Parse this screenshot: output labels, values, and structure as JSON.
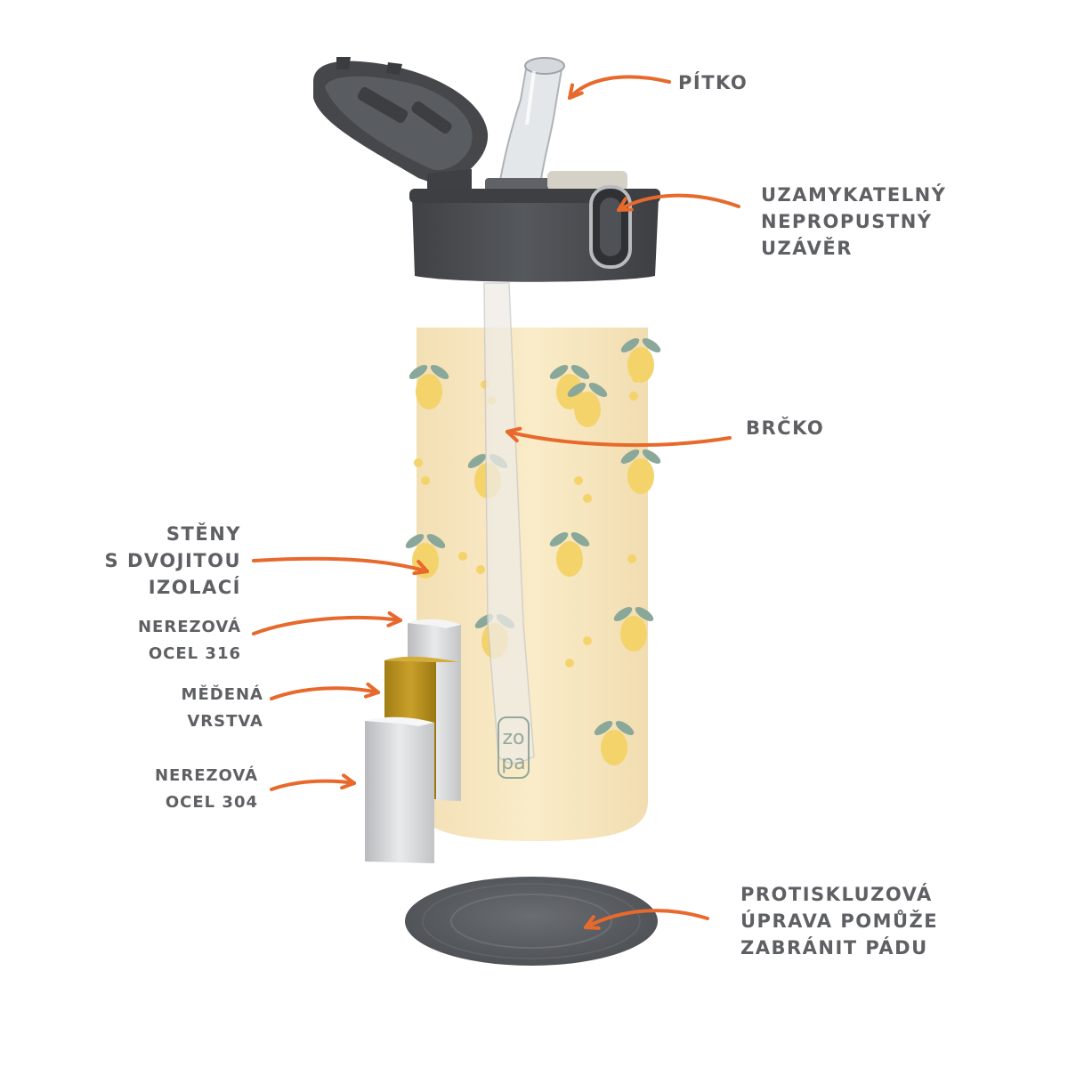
{
  "colors": {
    "arrow": "#e8692c",
    "label_text": "#5f6064",
    "lid": "#4a4c50",
    "bottle": "#f8e9c6",
    "lemon": "#f3d36a",
    "leaf": "#8aa89a",
    "copper": "#b8901c",
    "steel": "#cfd0d2",
    "pad": "#5b5e62"
  },
  "brand_logo": "zopa",
  "labels": {
    "mouthpiece": [
      "PÍTKO"
    ],
    "lock": [
      "UZAMYKATELNÝ",
      "NEPROPUSTNÝ",
      "UZÁVĚR"
    ],
    "straw": [
      "BRČKO"
    ],
    "walls": [
      "STĚNY",
      "S DVOJITOU",
      "IZOLACÍ"
    ],
    "steel316": [
      "NEREZOVÁ",
      "OCEL 316"
    ],
    "copper": [
      "MĚĎENÁ",
      "VRSTVA"
    ],
    "steel304": [
      "NEREZOVÁ",
      "OCEL 304"
    ],
    "base": [
      "PROTISKLUZOVÁ",
      "ÚPRAVA POMŮŽE",
      "ZABRÁNIT PÁDU"
    ]
  }
}
